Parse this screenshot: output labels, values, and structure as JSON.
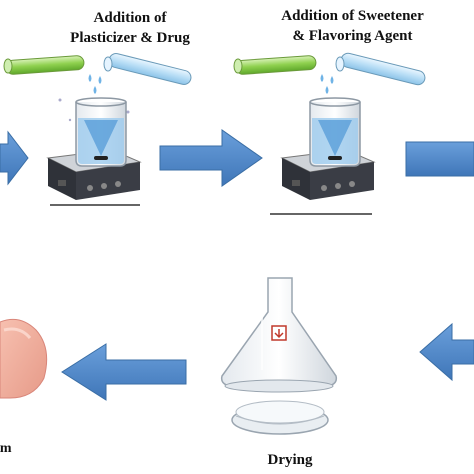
{
  "steps": {
    "step1_line1": "Addition of",
    "step1_line2": "Plasticizer & Drug",
    "step2_line1": "Addition of Sweetener",
    "step2_line2": "& Flavoring Agent",
    "drying": "Drying",
    "film_fragment": "lm"
  },
  "colors": {
    "arrow_fill": "#4f86c6",
    "arrow_stroke": "#3a6ea5",
    "tube_green": "#8fd14f",
    "tube_blue": "#a9d6f5",
    "stirrer_body": "#3a3d45",
    "water": "#6fb3e6"
  },
  "icons": [
    "test-tube-icon",
    "beaker-icon",
    "magnetic-stirrer-icon",
    "funnel-icon",
    "petri-dish-icon",
    "flow-arrow-icon"
  ]
}
